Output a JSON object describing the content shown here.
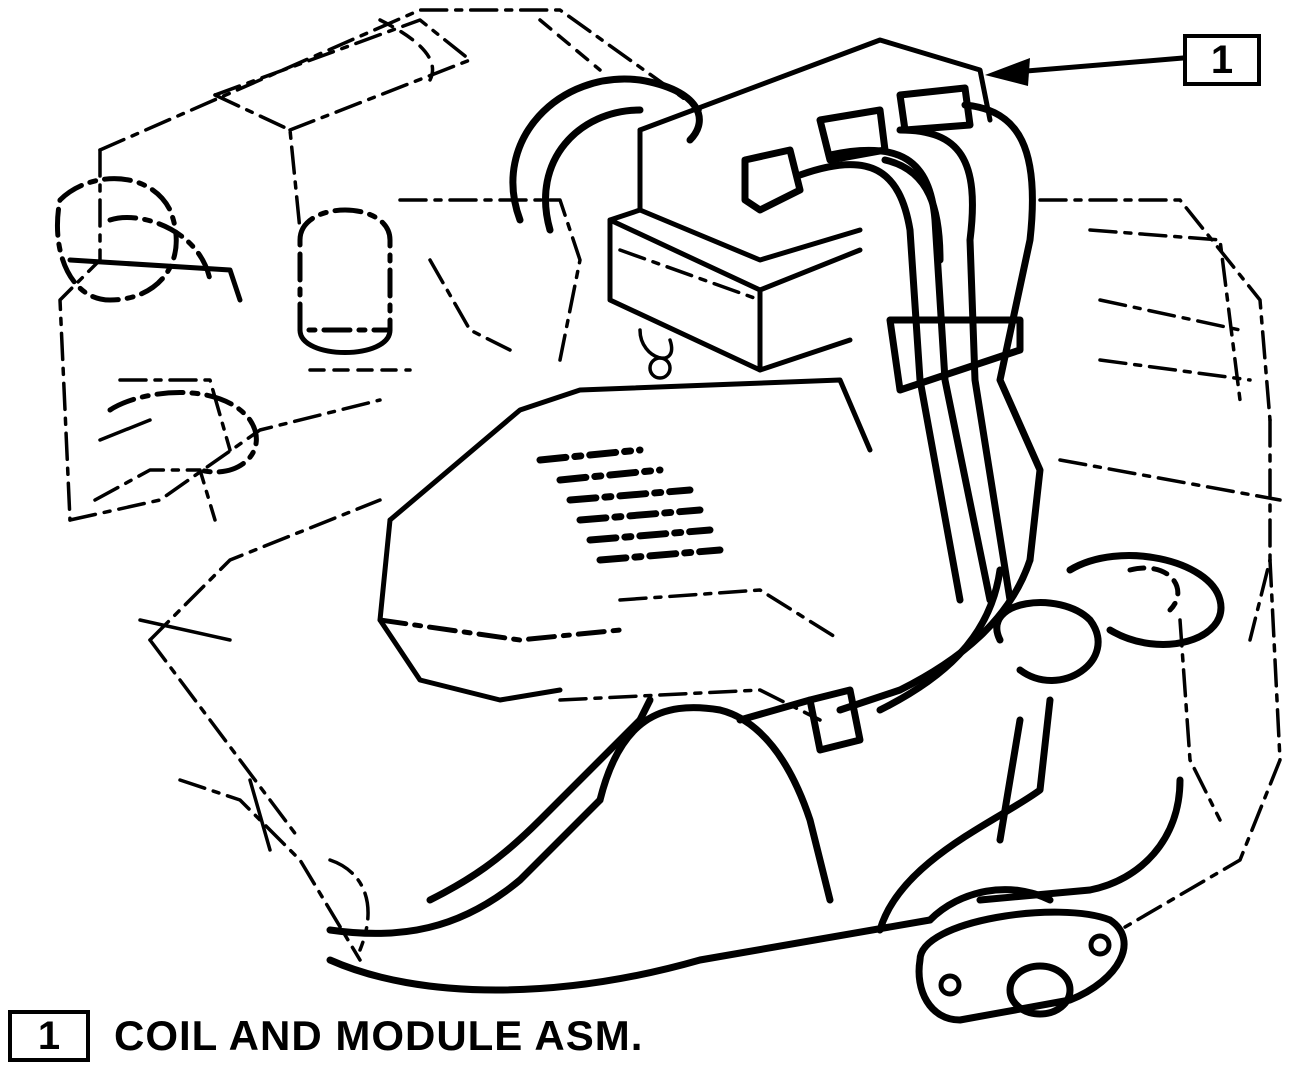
{
  "callout": {
    "number": "1"
  },
  "legend": {
    "number": "1",
    "label": "COIL AND MODULE ASM."
  }
}
